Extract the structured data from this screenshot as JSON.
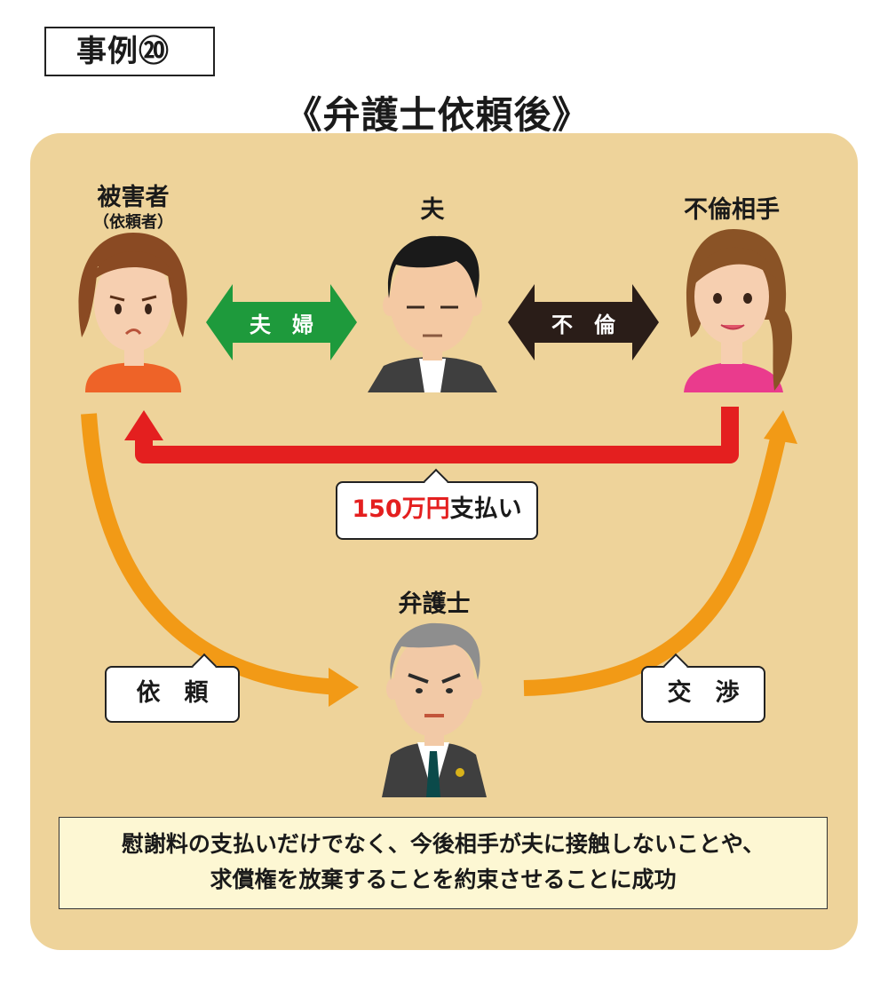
{
  "case_label": "事例⑳",
  "title": "《弁護士依頼後》",
  "persons": {
    "victim": {
      "name": "被害者",
      "sub": "（依頼者）"
    },
    "husband": {
      "name": "夫"
    },
    "partner": {
      "name": "不倫相手"
    },
    "lawyer": {
      "name": "弁護士"
    }
  },
  "relations": {
    "couple": "夫　婦",
    "affair": "不　倫"
  },
  "payment": {
    "amount": "150万円",
    "action": "支払い"
  },
  "flows": {
    "request": "依　頼",
    "negotiate": "交　渉"
  },
  "conclusion": {
    "line1": "慰謝料の支払いだけでなく、今後相手が夫に接触しないことや、",
    "line2": "求償権を放棄することを約束させることに成功"
  },
  "colors": {
    "panel": "#eed39a",
    "couple_arrow": "#1e9a3c",
    "affair_arrow": "#2a1d18",
    "payment_arrow": "#e41f1f",
    "flow_arrow": "#f29a16"
  }
}
